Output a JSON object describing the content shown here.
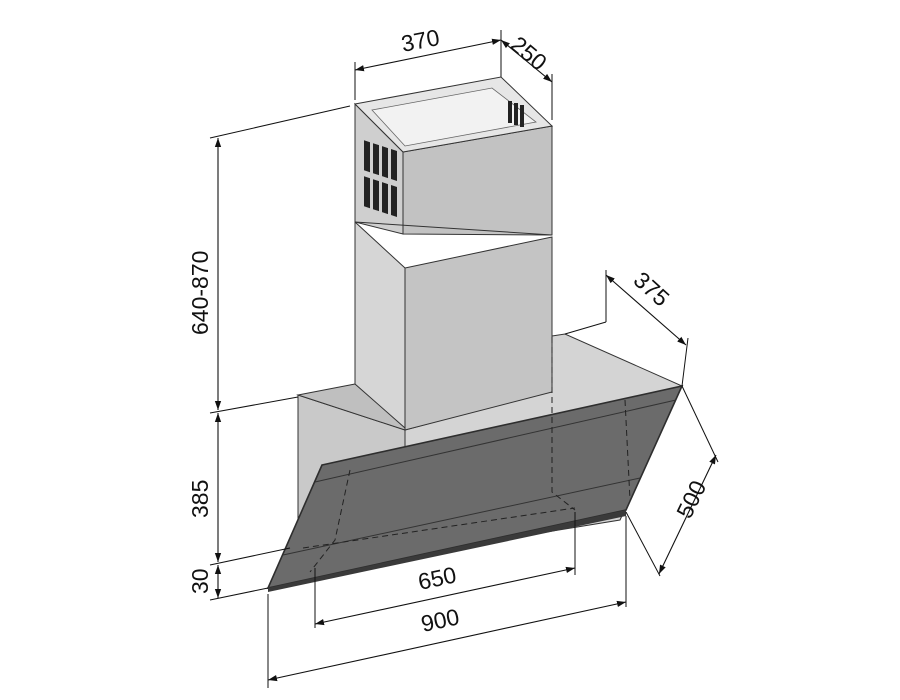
{
  "dimensions": {
    "chimney_width": "370",
    "chimney_depth": "250",
    "chimney_height": "640-870",
    "body_height": "385",
    "glass_thickness": "30",
    "body_depth": "375",
    "glass_depth": "500",
    "inner_width": "650",
    "total_width": "900"
  },
  "colors": {
    "background": "#ffffff",
    "steel_light": "#d9d9d9",
    "steel_mid": "#c6c6c6",
    "steel_dark": "#b8b8b8",
    "glass": "#6b6b6b",
    "glass_edge": "#2e2e2e",
    "vent": "#222222"
  }
}
